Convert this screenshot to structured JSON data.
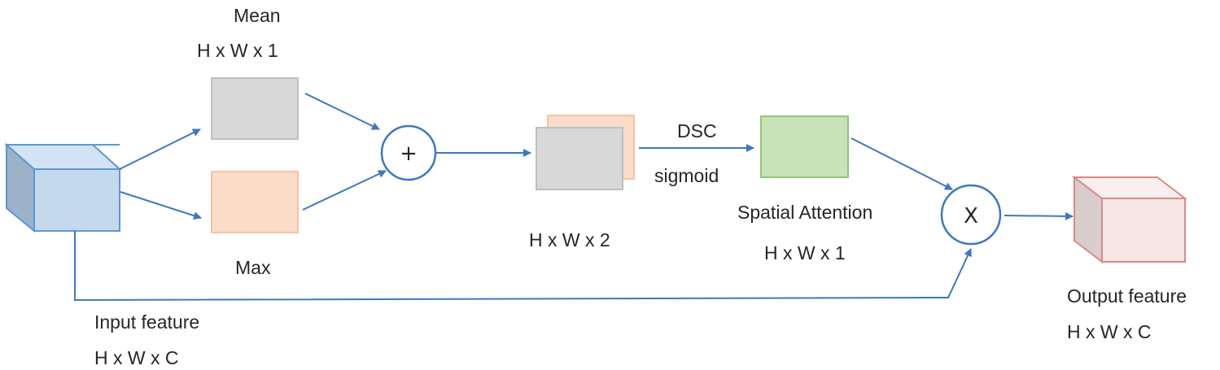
{
  "labels": {
    "mean": "Mean",
    "mean_dims": "H x W x 1",
    "max": "Max",
    "concat_dims": "H x W x 2",
    "dsc": "DSC",
    "sigmoid": "sigmoid",
    "spatial_attention": "Spatial Attention",
    "attention_dims": "H x W x 1",
    "input_feature": "Input feature",
    "input_dims": "H x W x C",
    "output_feature": "Output feature",
    "output_dims": "H x W x C"
  },
  "operators": {
    "add": "+",
    "multiply": "X"
  },
  "colors": {
    "arrow": "#3e78bd",
    "input_cube_front": "#c5d9ee",
    "input_cube_side": "#9cb2c8",
    "input_cube_edge": "#5f98d2",
    "mean_box": "#d8d8d8",
    "mean_box_edge": "#bfbfbf",
    "max_box": "#fbdcc9",
    "max_box_edge": "#f7c3a2",
    "attention_box": "#c8e3b7",
    "attention_box_edge": "#93c47d",
    "output_cube_front": "#f7e6e6",
    "output_cube_side": "#d9cccc",
    "output_cube_edge": "#d88b86"
  }
}
